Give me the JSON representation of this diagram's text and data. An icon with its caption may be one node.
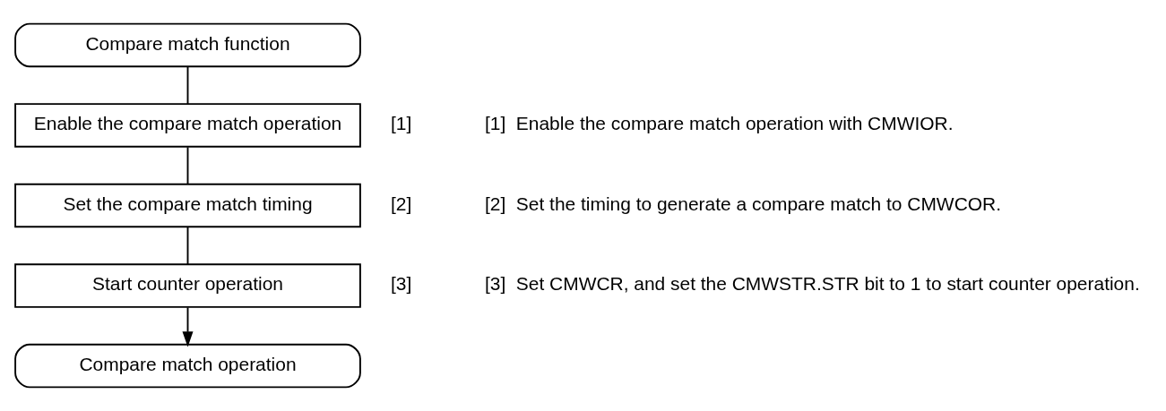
{
  "diagram": {
    "nodes": [
      {
        "text": [
          "Compare match function"
        ]
      },
      {
        "text": [
          "Enable the compare match operation"
        ],
        "beside": [
          "[1]"
        ]
      },
      {
        "text": [
          "Set the compare match timing"
        ],
        "beside": [
          "[2]"
        ]
      },
      {
        "text": [
          "Start counter operation"
        ],
        "beside": [
          "[3]"
        ]
      },
      {
        "text": [
          "Compare match operation"
        ]
      }
    ],
    "edges": [
      {
        "from": 0,
        "to": 1,
        "arrow": "none"
      },
      {
        "from": 1,
        "to": 2,
        "arrow": "none"
      },
      {
        "from": 2,
        "to": 3,
        "arrow": "none"
      },
      {
        "from": 3,
        "to": 4,
        "arrow": "to"
      }
    ],
    "labels": [
      "[1]  Enable the compare match operation with CMWIOR.",
      "[2]  Set the timing to generate a compare match to CMWCOR.",
      "[3]  Set CMWCR, and set the CMWSTR.STR bit to 1 to start counter operation."
    ]
  }
}
